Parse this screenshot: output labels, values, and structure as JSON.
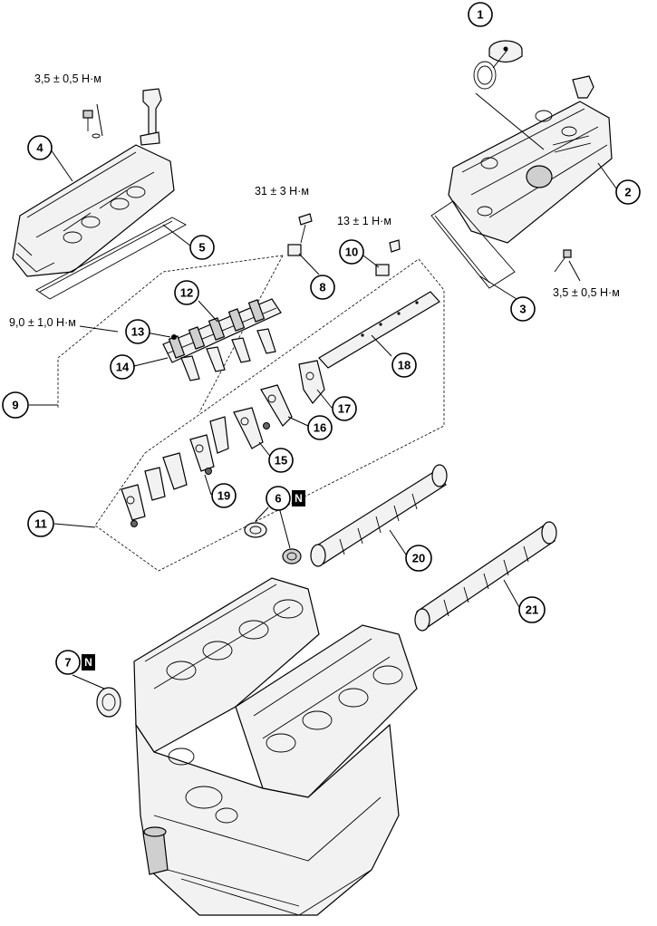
{
  "callouts": {
    "c1": "1",
    "c2": "2",
    "c3": "3",
    "c4": "4",
    "c5": "5",
    "c6": "6",
    "c7": "7",
    "c8": "8",
    "c9": "9",
    "c10": "10",
    "c11": "11",
    "c12": "12",
    "c13": "13",
    "c14": "14",
    "c15": "15",
    "c16": "16",
    "c17": "17",
    "c18": "18",
    "c19": "19",
    "c20": "20",
    "c21": "21"
  },
  "badges": {
    "new_part": "N"
  },
  "torques": {
    "cover_left": "3,5 ± 0,5 Н·м",
    "cover_right": "3,5 ± 0,5 Н·м",
    "bolt_8": "31 ± 3 Н·м",
    "bolt_10": "13 ± 1 Н·м",
    "bolt_13": "9,0 ± 1,0 Н·м"
  }
}
